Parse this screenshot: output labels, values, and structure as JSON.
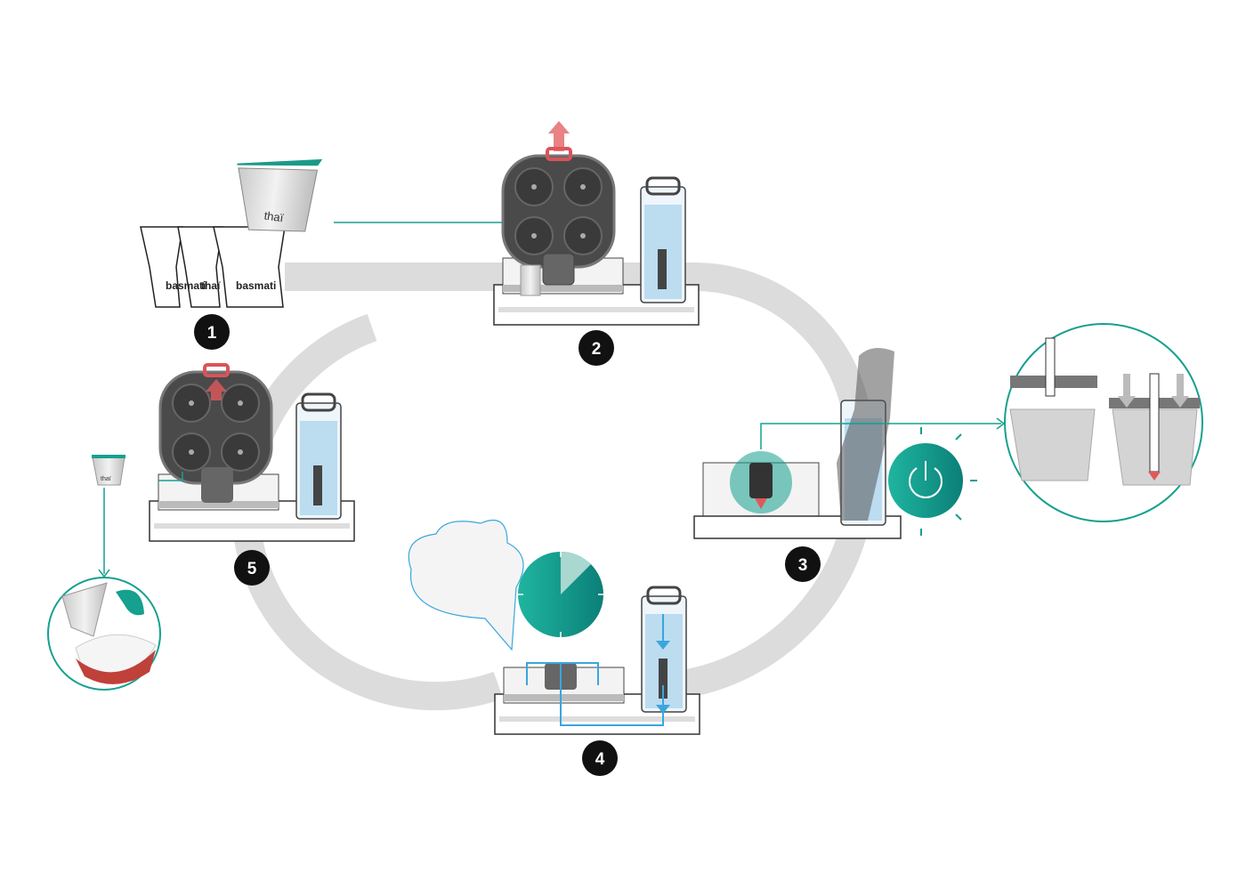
{
  "steps": [
    {
      "number": "1"
    },
    {
      "number": "2"
    },
    {
      "number": "3"
    },
    {
      "number": "4"
    },
    {
      "number": "5"
    }
  ],
  "pods": {
    "labels": [
      "basmati",
      "thaï",
      "basmati"
    ],
    "featured_label": "thaï",
    "small_pod_label": "thaï"
  },
  "colors": {
    "accent": "#15a08f",
    "water": "#bcdcf0",
    "flow_arrow": "#3aa6de",
    "lift_arrow": "#e0585b",
    "loop": "#dcdcdc",
    "lid": "#4a4a4a"
  },
  "icons": [
    "power-icon",
    "clock-icon",
    "steam-cloud-icon",
    "hand-icon",
    "rice-bowl-icon"
  ]
}
